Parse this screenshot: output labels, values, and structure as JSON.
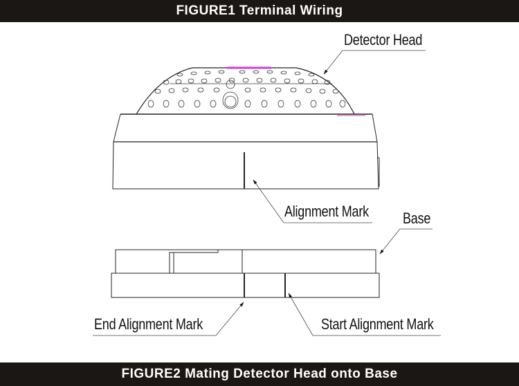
{
  "figure1": {
    "title": "FIGURE1  Terminal Wiring"
  },
  "figure2": {
    "title": "FIGURE2  Mating Detector Head onto Base"
  },
  "labels": {
    "detector_head": "Detector Head",
    "alignment_mark": "Alignment Mark",
    "base": "Base",
    "end_alignment_mark": "End Alignment Mark",
    "start_alignment_mark": "Start Alignment Mark"
  },
  "colors": {
    "banner_bg": "#1b1715",
    "banner_text": "#ffffff",
    "line": "#222222",
    "highlight": "#d63ad6"
  }
}
